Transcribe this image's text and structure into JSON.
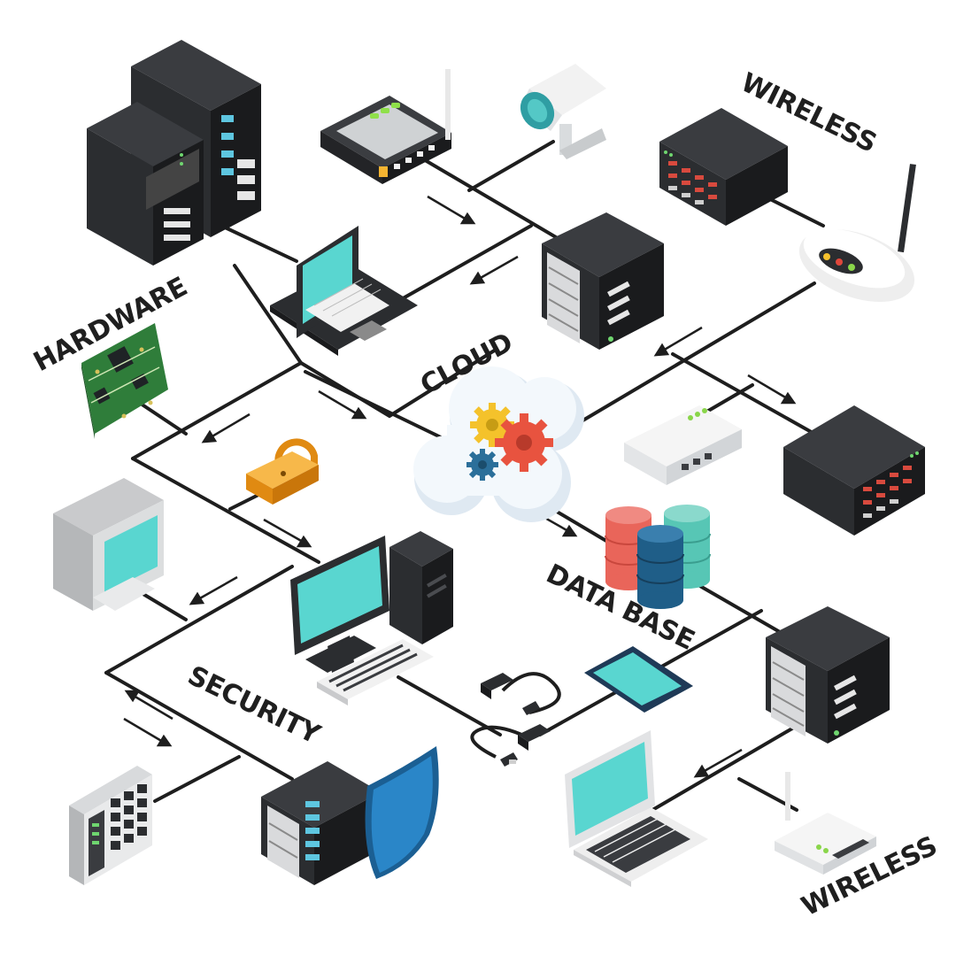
{
  "labels": {
    "hardware": "HARDWARE",
    "cloud": "CLOUD",
    "wireless_top": "WIRELESS",
    "wireless_bottom": "WIRELESS",
    "data_base": "DATA BASE",
    "security": "SECURITY"
  },
  "colors": {
    "line": "#1e1e1e",
    "screen": "#59d6d0",
    "dark_body": "#2b2d30",
    "dark_side": "#1a1b1d",
    "cloud_fill": "#eef5fb",
    "gear_yellow": "#f4c22b",
    "gear_red": "#e8533f",
    "gear_blue": "#2b6f9a",
    "db_red": "#e9655a",
    "db_teal": "#57c6b5",
    "db_navy": "#1f5e88",
    "lock_orange": "#f5a623",
    "shield_blue": "#2a86c8",
    "pcb_green": "#2f7d3a"
  },
  "icons": [
    "server-rack-icon",
    "router-icon",
    "security-camera-icon",
    "network-switch-icon",
    "wifi-router-icon",
    "laptop-icon",
    "circuit-board-icon",
    "cloud-gears-icon",
    "padlock-icon",
    "modem-icon",
    "database-icon",
    "retro-monitor-icon",
    "desktop-computer-icon",
    "usb-cable-icon",
    "smartphone-icon",
    "keypad-icon",
    "shield-icon"
  ]
}
